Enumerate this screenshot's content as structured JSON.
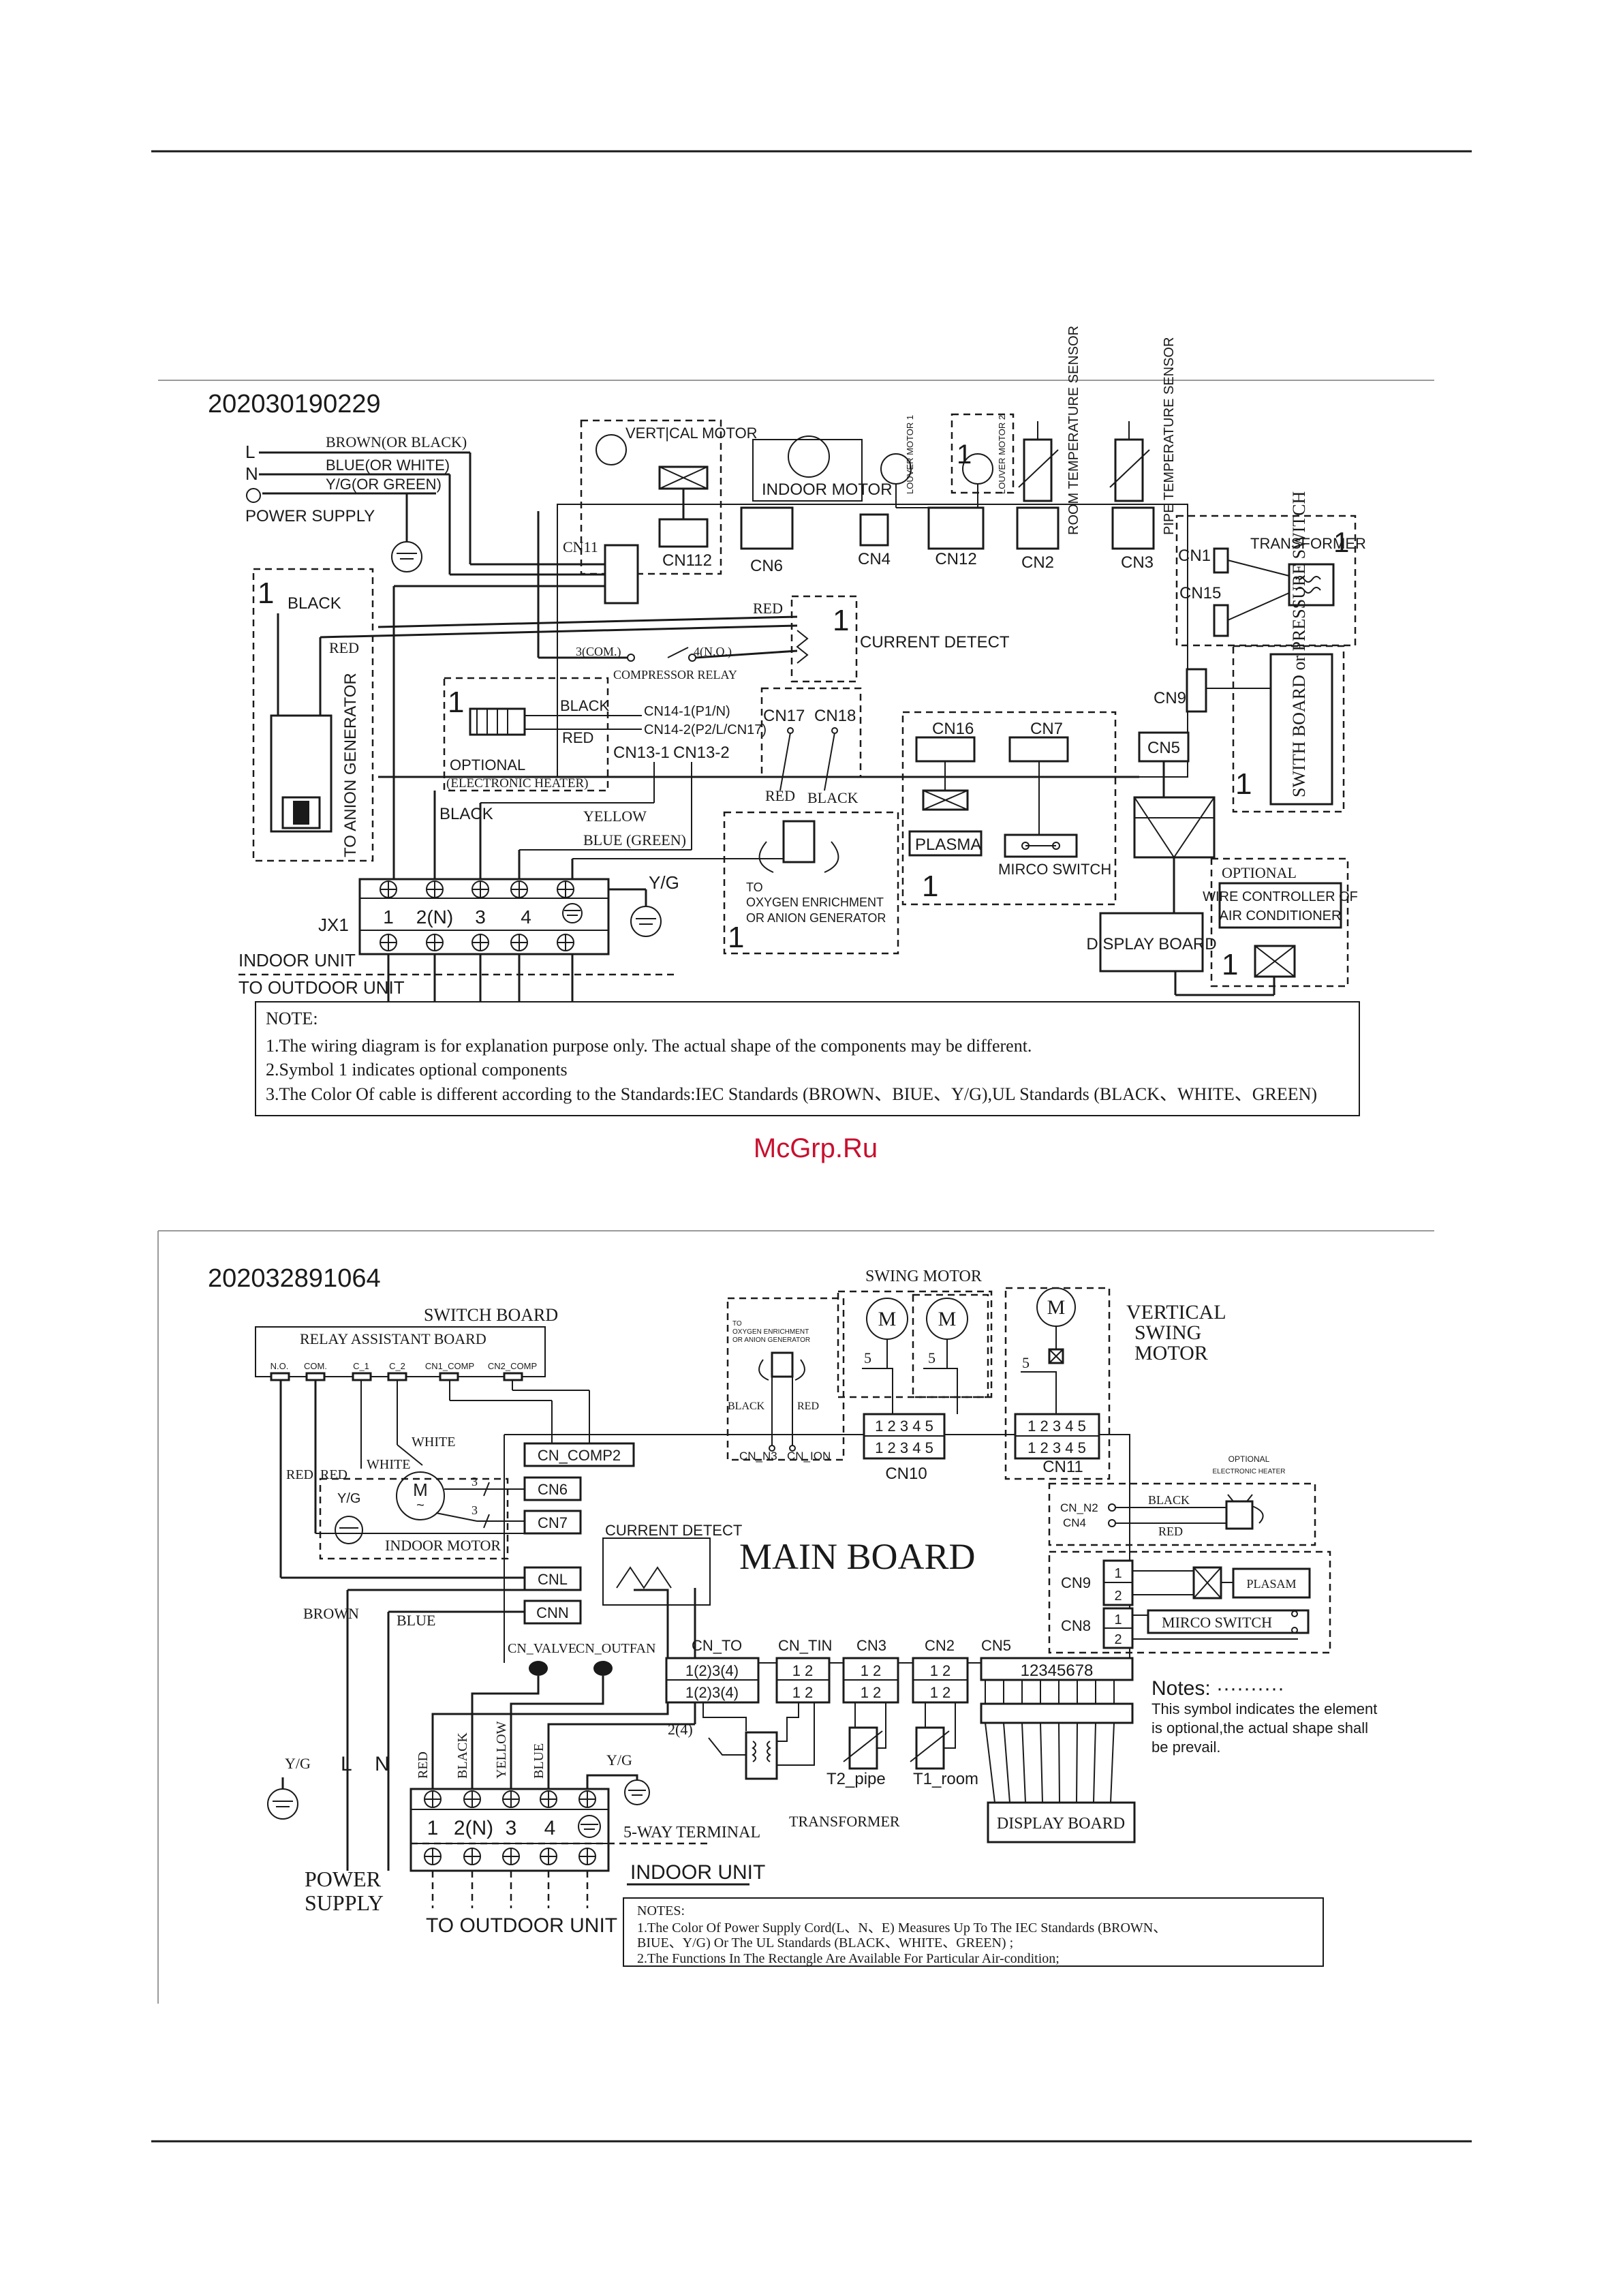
{
  "colors": {
    "ink": "#1a1a1a",
    "watermark": "#c8102e",
    "rule": "#9a9a9a"
  },
  "watermark": "McGrp.Ru",
  "diagram1": {
    "code": "202030190229",
    "power": {
      "l": "L",
      "n": "N",
      "ground": "⏚",
      "supply": "POWER SUPPLY",
      "brown": "BROWN(OR BLACK)",
      "blue": "BLUE(OR WHITE)",
      "yg": "Y/G(OR GREEN)"
    },
    "vertical_motor": "VERT|CAL MOTOR",
    "cn112": "CN112",
    "indoor_motor": "INDOOR MOTOR",
    "louver1": "LOUVER MOTOR 1",
    "louver2": "LOUVER MOTOR 2",
    "room_sensor": "ROOM TEMPERATURE SENSOR",
    "pipe_sensor": "PIPE TEMPERATURE SENSOR",
    "connectors_top": [
      "CN6",
      "CN4",
      "CN12",
      "CN2",
      "CN3"
    ],
    "cn11": "CN11",
    "cn1": "CN1",
    "cn15": "CN15",
    "transformer": "TRANSFORMER",
    "one": "1",
    "black": "BLACK",
    "red": "RED",
    "yellow": "YELLOW",
    "blue_green": "BLUE (GREEN)",
    "current_detect": "CURRENT DETECT",
    "relay_com": "3(COM.)",
    "relay_no": "4(N.O.)",
    "compressor_relay": "COMPRESSOR RELAY",
    "cn14_1": "CN14-1(P1/N)",
    "cn14_2": "CN14-2(P2/L/CN17)",
    "cn13_1": "CN13-1",
    "cn13_2": "CN13-2",
    "optional": "OPTIONAL",
    "electronic_heater": "(ELECTRONIC HEATER)",
    "anion_generator": "TO ANION GENERATOR",
    "cn17": "CN17",
    "cn18": "CN18",
    "oxygen_to": "TO",
    "oxygen_line1": "OXYGEN ENRICHMENT",
    "oxygen_line2": "OR ANION GENERATOR",
    "cn16": "CN16",
    "cn7": "CN7",
    "plasma": "PLASMA",
    "mirco_switch": "MIRCO SWITCH",
    "cn9": "CN9",
    "cn5": "CN5",
    "swith_board": "SWITH BOARD or PRESSURE SWITCH",
    "display_board": "DISPLAY BOARD",
    "optional2": "OPTIONAL",
    "wire_controller1": "WIRE CONTROLLER OF",
    "wire_controller2": "AIR CONDITIONER",
    "terminal_labels": [
      "1",
      "2(N)",
      "3",
      "4"
    ],
    "jx1": "JX1",
    "yg": "Y/G",
    "indoor_unit": "INDOOR UNIT",
    "to_outdoor": "TO OUTDOOR UNIT",
    "notes": [
      "NOTE:",
      "1.The wiring diagram is for explanation purpose only. The actual shape of the components may be different.",
      "2.Symbol 1 indicates optional components",
      "3.The Color Of cable is different according to the Standards:IEC Standards (BROWN、BIUE、Y/G),UL Standards (BLACK、WHITE、GREEN)"
    ]
  },
  "diagram2": {
    "code": "202032891064",
    "switch_board": "SWITCH BOARD",
    "relay_board": "RELAY   ASSISTANT   BOARD",
    "relay_pins": [
      "N.O.",
      "COM.",
      "C_1",
      "C_2",
      "CN1_COMP",
      "CN2_COMP"
    ],
    "red": "RED",
    "white": "WHITE",
    "yg": "Y/G",
    "three": "3",
    "five": "5",
    "m": "M",
    "indoor_motor": "INDOOR MOTOR",
    "cn_comp2": "CN_COMP2",
    "cn6": "CN6",
    "cn7": "CN7",
    "cnl": "CNL",
    "cnn": "CNN",
    "brown": "BROWN",
    "blue": "BLUE",
    "current_detect": "CURRENT DETECT",
    "main_board": "MAIN BOARD",
    "oxygen_to": "TO",
    "oxygen_line1": "OXYGEN ENRICHMENT",
    "oxygen_line2": "OR ANION GENERATOR",
    "black": "BLACK",
    "cn_n3": "CN_N3",
    "cn_ion": "CN_ION",
    "swing_motor": "SWING MOTOR",
    "cn10": "CN10",
    "cn11": "CN11",
    "pins5": [
      "1 2 3 4 5",
      "1 2 3 4 5"
    ],
    "vertical1": "VERTICAL",
    "vertical2": "SWING",
    "vertical3": "MOTOR",
    "optional": "OPTIONAL",
    "electronic_heater": "ELECTRONIC HEATER",
    "cn_n2": "CN_N2",
    "cn4": "CN4",
    "cn9": "CN9",
    "cn8": "CN8",
    "pins2": [
      "1",
      "2"
    ],
    "plasam": "PLASAM",
    "mirco_switch": "MIRCO SWITCH",
    "cn_valve": "CN_VALVE",
    "cn_outfan": "CN_OUTFAN",
    "cn_to": "CN_TO",
    "cn_tin": "CN_TIN",
    "cn3": "CN3",
    "cn2": "CN2",
    "cn5": "CN5",
    "cn_to_pins": "1(2)3(4)",
    "pin_pair": "1   2",
    "cn5_pins": "12345678",
    "two_four": "2(4)",
    "t2_pipe": "T2_pipe",
    "t1_room": "T1_room",
    "transformer": "TRANSFORMER",
    "display_board": "DISPLAY BOARD",
    "notes_title": "Notes:  ··········",
    "notes_lines": [
      "This symbol  indicates the element",
      "is optional,the actual shape shall",
      "be prevail."
    ],
    "l": "L",
    "n": "N",
    "wire_colors": [
      "RED",
      "BLACK",
      "YELLOW",
      "BLUE"
    ],
    "terminal_labels": [
      "1",
      "2(N)",
      "3",
      "4"
    ],
    "five_way": "5-WAY TERMINAL",
    "power_supply1": "POWER",
    "power_supply2": "SUPPLY",
    "indoor_unit": "INDOOR UNIT",
    "to_outdoor": "TO OUTDOOR UNIT",
    "notes": [
      "NOTES:",
      "1.The Color Of Power Supply Cord(L、N、E) Measures Up To The IEC Standards (BROWN、",
      "BIUE、Y/G)  Or The UL Standards (BLACK、WHITE、GREEN) ;",
      "2.The Functions In The Rectangle Are Available For Particular Air-condition;"
    ]
  }
}
